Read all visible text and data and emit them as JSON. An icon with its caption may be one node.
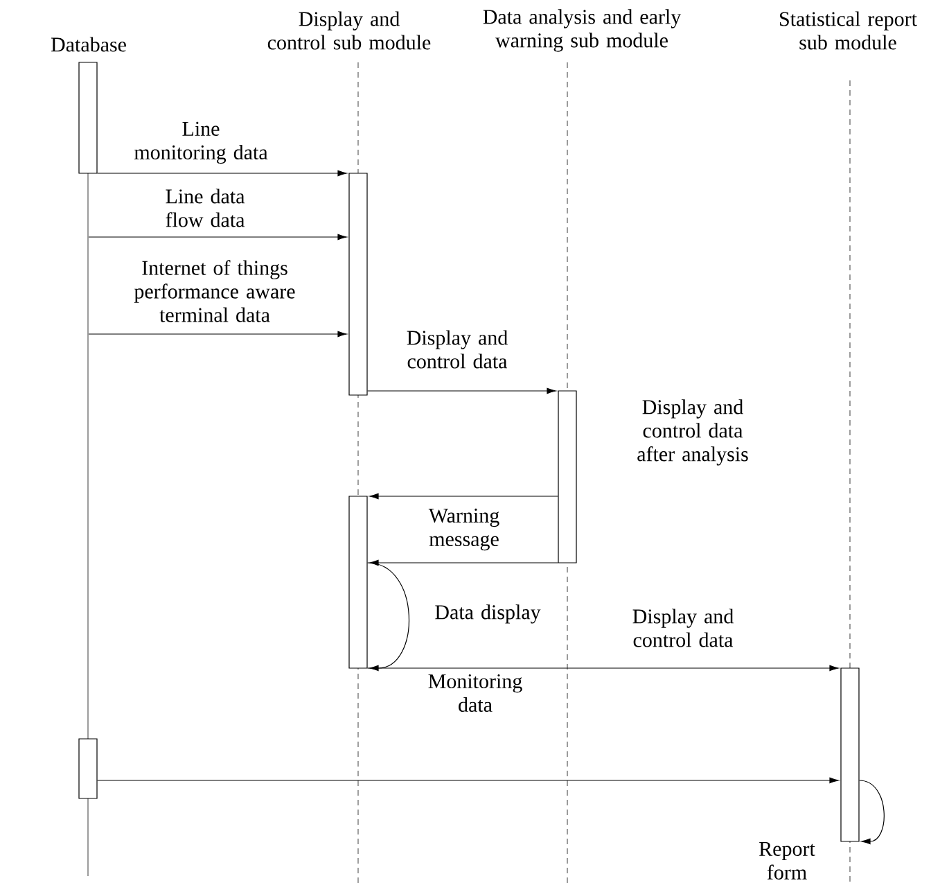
{
  "diagram": {
    "nodes": [
      {
        "text": [
          "Database"
        ]
      },
      {
        "text": [
          "Display and control sub module"
        ]
      },
      {
        "text": [
          "Data analysis and early warning sub module"
        ]
      },
      {
        "text": [
          "Statistical report sub module"
        ]
      },
      {
        "text": [],
        "shape": "bar",
        "in": 0
      },
      {
        "text": [],
        "shape": "bar"
      },
      {
        "text": [],
        "shape": "bar",
        "beside": [
          "Display and control data after analysis"
        ]
      },
      {
        "text": [],
        "shape": "bar"
      },
      {
        "text": [],
        "shape": "bar"
      },
      {
        "text": [],
        "shape": "bar",
        "in": 0
      }
    ],
    "edges": [
      {
        "from": 4,
        "to": 5,
        "arrow": "to",
        "label": "Line monitoring data"
      },
      {
        "from": 0,
        "to": 5,
        "arrow": "to",
        "label": "Line data flow data"
      },
      {
        "from": 0,
        "to": 5,
        "arrow": "to",
        "label": "Internet of things performance aware terminal data"
      },
      {
        "from": 5,
        "to": 6,
        "arrow": "to",
        "label": "Display and control data"
      },
      {
        "from": 6,
        "to": 7,
        "arrow": "to"
      },
      {
        "from": 6,
        "to": 7,
        "arrow": "to",
        "label": "Warning message"
      },
      {
        "from": 7,
        "to": 7,
        "arrow": "to",
        "label": "Data display"
      },
      {
        "from": 7,
        "to": 8,
        "arrow": "to",
        "label": "Display and control data"
      },
      {
        "from": 9,
        "to": 8,
        "arrow": "to"
      },
      {
        "from": 8,
        "to": 8,
        "arrow": "to",
        "label": "Report form"
      }
    ],
    "labels": [
      "Monitoring data"
    ]
  }
}
